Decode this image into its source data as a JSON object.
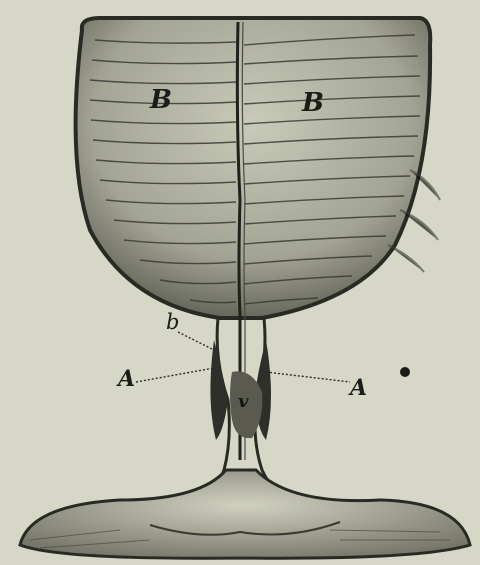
{
  "labels": {
    "b_left": "B",
    "b_right": "B",
    "b_small": "b",
    "a_left": "A",
    "a_right": "A",
    "v": "v"
  },
  "colors": {
    "paper": "#d6d7c6",
    "ink": "#2a2a24",
    "shade": "#6c6c60"
  }
}
